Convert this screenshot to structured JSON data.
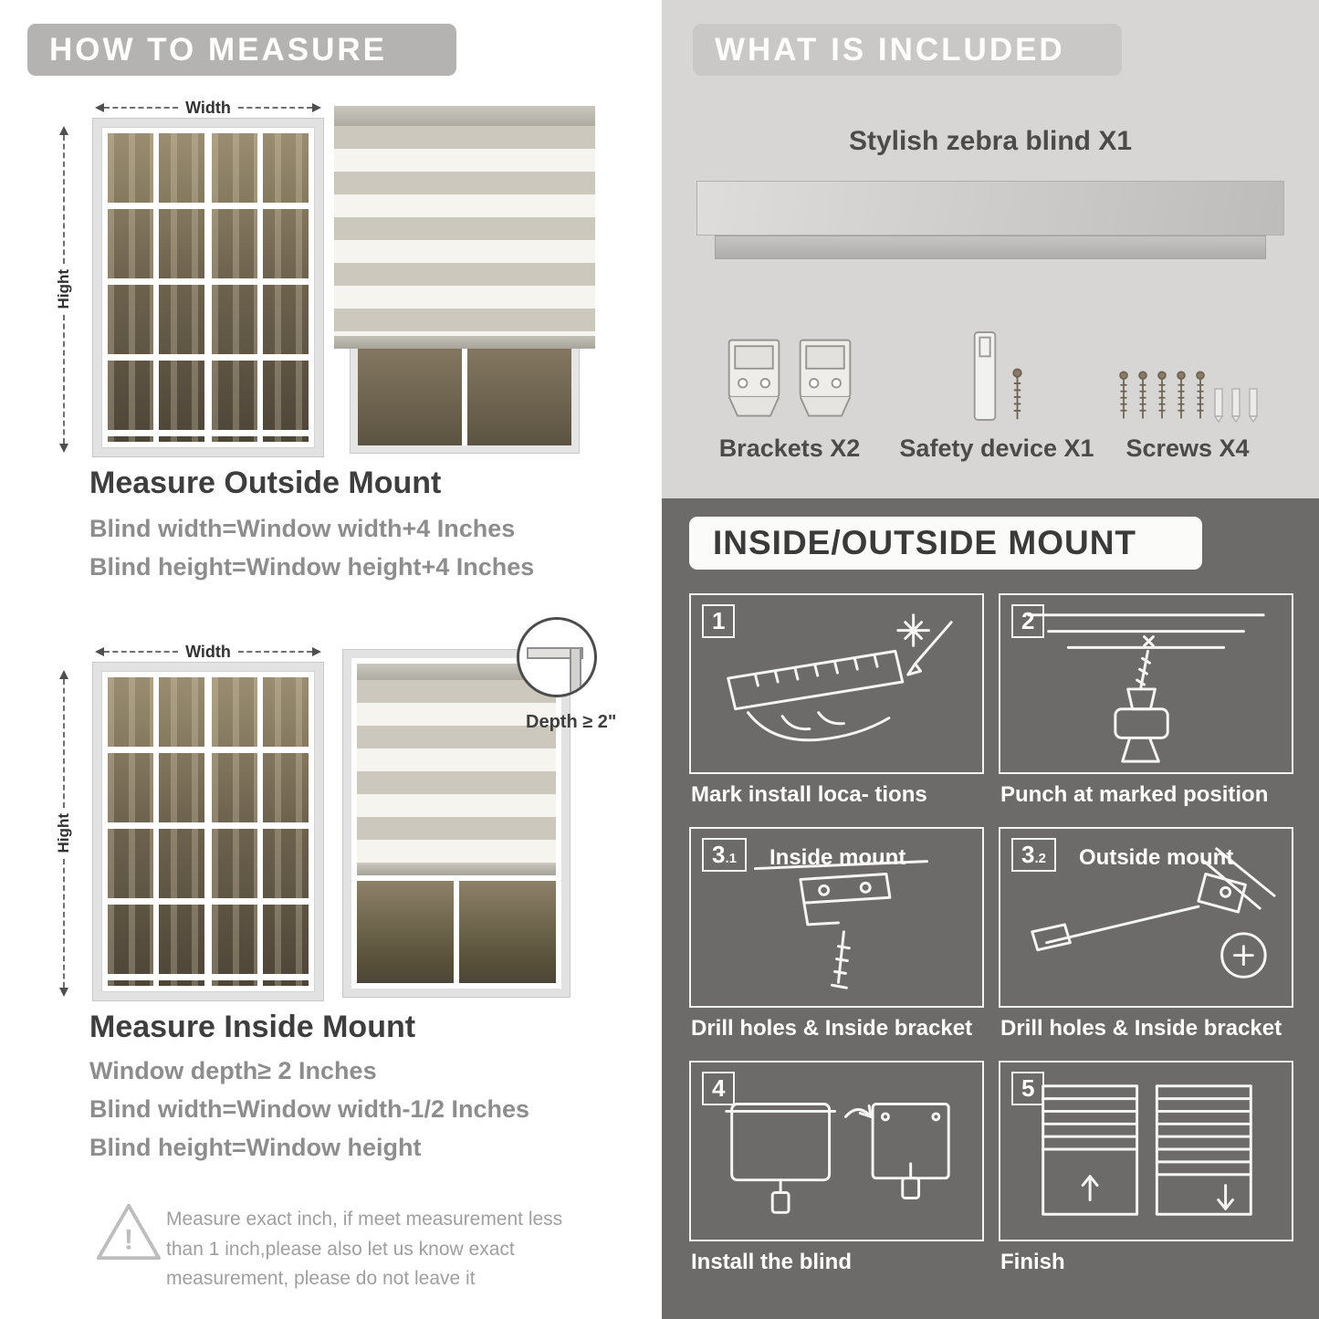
{
  "palette": {
    "banner_gray": "#b4b3b1",
    "included_bg": "#d7d6d4",
    "dark_bg": "#6c6b6a",
    "heading_dark": "#3e3e3e",
    "body_gray": "#8d8d8d"
  },
  "how_to_measure": {
    "header": "HOW TO MEASURE",
    "width_label": "Width",
    "height_label": "Hight",
    "outside": {
      "heading": "Measure Outside Mount",
      "line1": "Blind width=Window width+4 Inches",
      "line2": "Blind height=Window height+4 Inches"
    },
    "inside": {
      "depth_callout": "Depth ≥ 2\"",
      "heading": "Measure Inside Mount",
      "line1": "Window depth≥ 2 Inches",
      "line2": "Blind width=Window width-1/2 Inches",
      "line3": "Blind height=Window height"
    },
    "warning": "Measure exact inch, if meet measurement less than 1 inch,please also let us know exact measurement, please do not leave it"
  },
  "included": {
    "header": "WHAT IS INCLUDED",
    "blind_label": "Stylish zebra blind X1",
    "items": [
      {
        "label": "Brackets X2"
      },
      {
        "label": "Safety device X1"
      },
      {
        "label": "Screws X4"
      }
    ]
  },
  "mount": {
    "header": "INSIDE/OUTSIDE MOUNT",
    "steps": [
      {
        "num": "1",
        "caption": "Mark install loca- tions"
      },
      {
        "num": "2",
        "caption": "Punch at  marked position"
      },
      {
        "num": "3",
        "sub": ".1",
        "title": "Inside mount",
        "caption": "Drill holes &  Inside bracket"
      },
      {
        "num": "3",
        "sub": ".2",
        "title": "Outside mount",
        "caption": "Drill holes &  Inside bracket"
      },
      {
        "num": "4",
        "caption": "Install the blind"
      },
      {
        "num": "5",
        "caption": "Finish"
      }
    ]
  }
}
